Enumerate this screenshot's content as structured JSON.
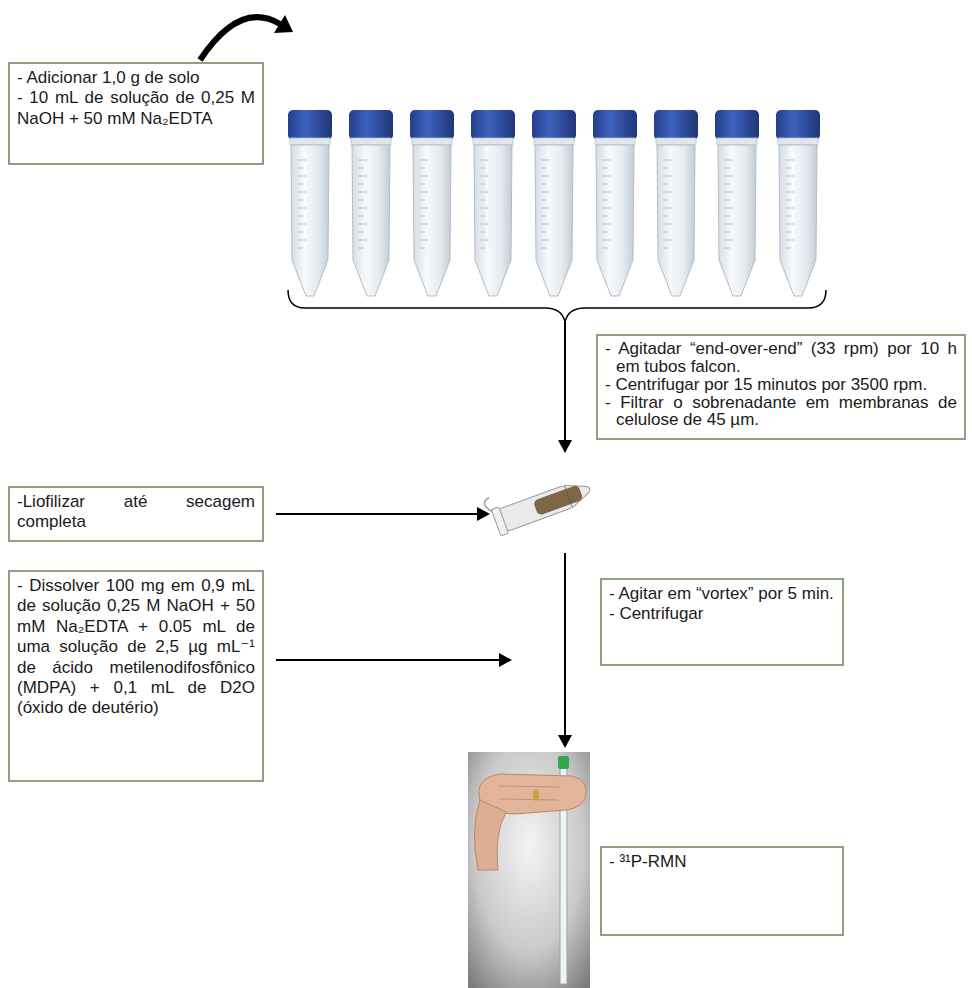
{
  "diagram": {
    "nodes": [
      {
        "text": [
          "- Adicionar 1,0 g de solo",
          "- 10 mL de solução de 0,25 M NaOH + 50 mM Na₂EDTA"
        ]
      },
      {
        "text": [
          "- Agitadar “end-over-end” (33 rpm) por 10 h em tubos falcon.",
          "- Centrifugar por 15 minutos por 3500 rpm.",
          "- Filtrar o sobrenadante em membranas de celulose de 45 µm."
        ]
      },
      {
        "text": [
          "-Liofilizar até secagem completa"
        ]
      },
      {
        "text": [
          "- Dissolver 100 mg em 0,9 mL de solução 0,25 M NaOH + 50 mM Na₂EDTA + 0.05 mL de uma solução de 2,5 µg mL⁻¹ de ácido metilenodifosfônico (MDPA) + 0,1 mL de D2O (óxido de deutério)"
        ]
      },
      {
        "text": [
          "- Agitar em “vortex” por 5 min.",
          "- Centrifugar"
        ]
      },
      {
        "text": [
          "- ³¹P-RMN"
        ]
      }
    ]
  }
}
